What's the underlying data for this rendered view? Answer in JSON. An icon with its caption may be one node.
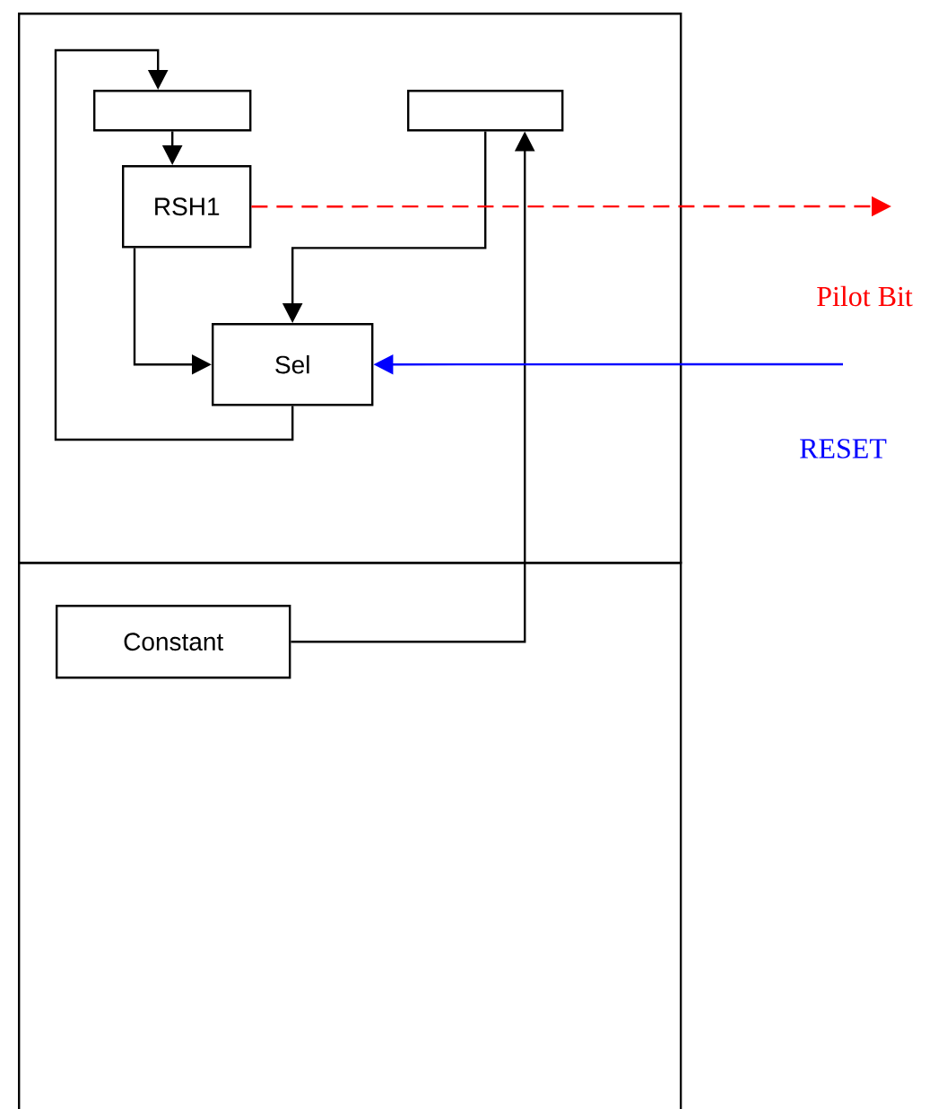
{
  "diagram": {
    "nodes": [
      {
        "text": [],
        "shape": "box"
      },
      {
        "text": [],
        "shape": "box",
        "in": 0
      },
      {
        "text": [],
        "shape": "box",
        "in": 0
      },
      {
        "text": [
          "RSH1"
        ],
        "in": 0
      },
      {
        "text": [
          "Sel"
        ],
        "in": 0
      },
      {
        "text": [],
        "shape": "box"
      },
      {
        "text": [
          "Constant"
        ],
        "in": 5
      }
    ],
    "edges": [
      {
        "from": 4,
        "to": 1,
        "arrow": "to"
      },
      {
        "from": 1,
        "to": 3,
        "arrow": "to"
      },
      {
        "from": 3,
        "to": 4,
        "arrow": "to"
      },
      {
        "from": 2,
        "to": 4,
        "arrow": "to"
      },
      {
        "from": 6,
        "to": 2,
        "arrow": "to"
      },
      {
        "from": 3,
        "to": null,
        "arrow": "to",
        "label": "Pilot Bit",
        "style": "dashed",
        "color": "#ff0000"
      },
      {
        "from": null,
        "to": 4,
        "arrow": "to",
        "label": "RESET",
        "color": "#0000ff"
      }
    ]
  }
}
